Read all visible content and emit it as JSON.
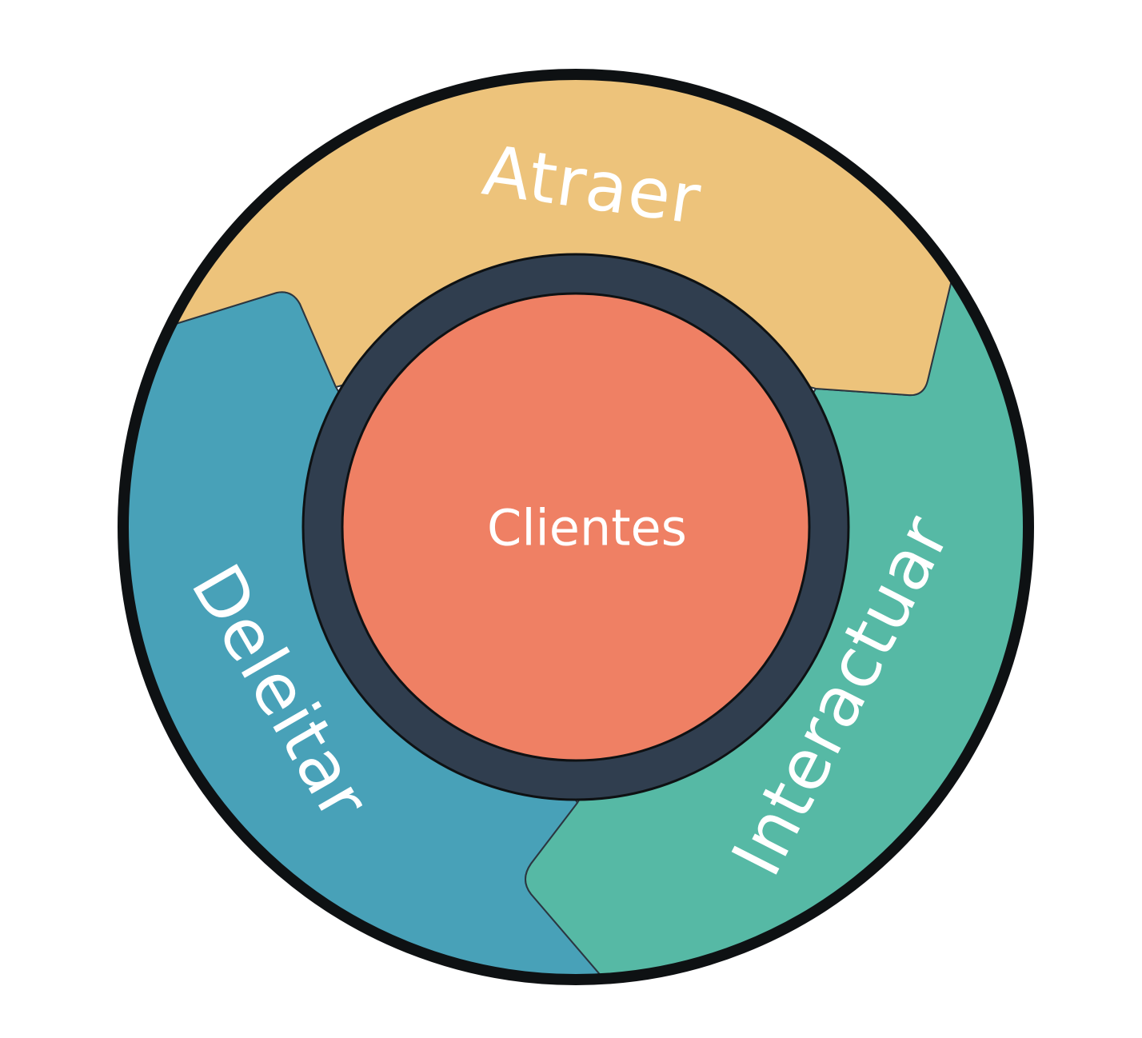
{
  "diagram": {
    "type": "flywheel",
    "center": {
      "label": "Clientes",
      "color": "#ef8064"
    },
    "hub_ring_color": "#303e4f",
    "outline_color": "#0e1113",
    "stages": [
      {
        "id": "attract",
        "label": "Atraer",
        "color": "#edc37b"
      },
      {
        "id": "engage",
        "label": "Interactuar",
        "color": "#56b9a5"
      },
      {
        "id": "delight",
        "label": "Deleitar",
        "color": "#48a1b8"
      }
    ]
  }
}
